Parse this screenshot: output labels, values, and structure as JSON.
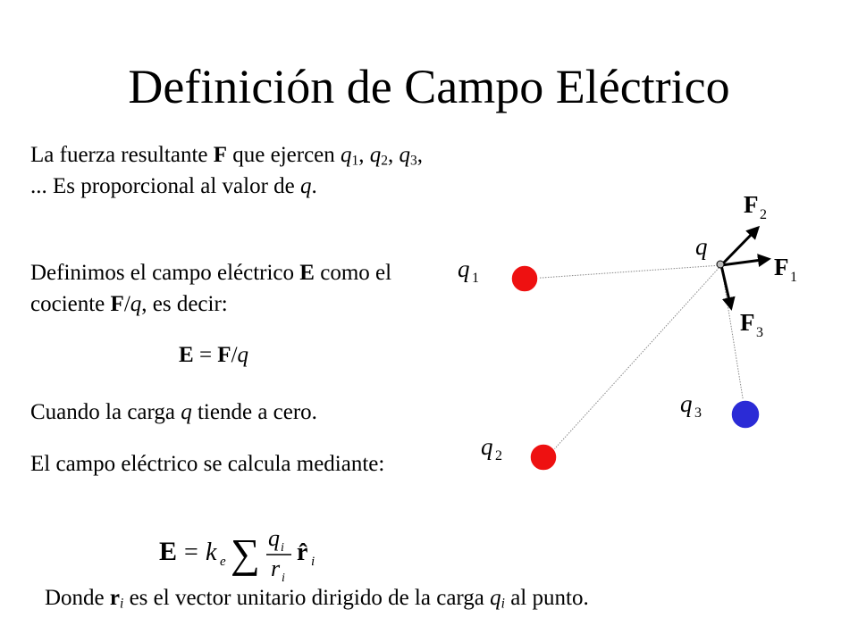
{
  "title": "Definición de Campo Eléctrico",
  "paragraph1": {
    "t1": "La fuerza resultante ",
    "F": "F",
    "t2": " que ejercen ",
    "q": "q",
    "s1": "1",
    "s2": "2",
    "s3": "3",
    "sep": ", ",
    "t3": ", ... Es proporcional al valor de ",
    "end": "."
  },
  "paragraph2": {
    "t1": "Definimos el campo eléctrico ",
    "E": "E",
    "t2": " como el cociente ",
    "F": "F",
    "slash": "/",
    "q": "q",
    "t3": ", es decir:"
  },
  "equation": {
    "E": "E",
    "eq": " = ",
    "F": "F",
    "slash": "/",
    "q": "q"
  },
  "paragraph4": {
    "t1": "Cuando la carga ",
    "q": "q",
    "t2": " tiende a cero."
  },
  "paragraph5": "El campo eléctrico se calcula mediante:",
  "formula": {
    "E": "E",
    "eq": "=",
    "k": "k",
    "ksub": "e",
    "sum": "∑",
    "q": "q",
    "qsub": "i",
    "r": "r",
    "rsub": "i",
    "rhat": "r̂",
    "rhatsub": "i"
  },
  "bottom": {
    "t1": "Donde ",
    "r": "r",
    "i": "i",
    "t2": " es el vector unitario dirigido de la carga ",
    "q": "q",
    "t3": " al punto."
  },
  "diagram": {
    "q": "q",
    "q1": "q",
    "q1sub": "1",
    "q2": "q",
    "q2sub": "2",
    "q3": "q",
    "q3sub": "3",
    "F1": "F",
    "F1sub": "1",
    "F2": "F",
    "F2sub": "2",
    "F3": "F",
    "F3sub": "3",
    "colors": {
      "positive_charge": "#ee1111",
      "negative_charge": "#2b2bd6",
      "line": "#888888"
    }
  }
}
